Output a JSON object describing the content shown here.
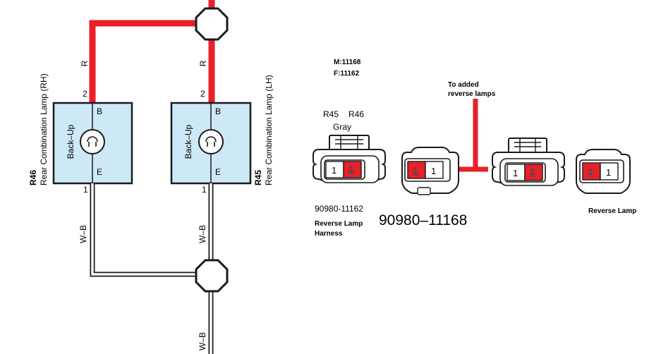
{
  "colors": {
    "wire_red": "#e8202a",
    "lamp_fill": "#cde8f6",
    "pin_red": "#e8202a",
    "outline": "#1a1a1a",
    "wire_white": "#ffffff"
  },
  "schematic": {
    "wire_top_left_label": "R",
    "wire_top_right_label": "R",
    "lamp_rh": {
      "pin_top": "2",
      "pin_bottom": "1",
      "terminal_top": "B",
      "terminal_bottom": "E",
      "function": "Back–Up",
      "code": "R46",
      "name": "Rear Combination Lamp (RH)"
    },
    "lamp_lh": {
      "pin_top": "2",
      "pin_bottom": "1",
      "terminal_top": "B",
      "terminal_bottom": "E",
      "function": "Back–Up",
      "code": "R45",
      "name": "Rear Combination Lamp (LH)"
    },
    "wire_bottom_left_label": "W–B",
    "wire_bottom_right_label": "W–B",
    "wire_ground_label": "W–B"
  },
  "connectors": {
    "model_m": "M:11168",
    "model_f": "F:11162",
    "harness_code_1": "R45",
    "harness_code_2": "R46",
    "harness_color": "Gray",
    "harness_part": "90980-11162",
    "harness_caption_line1": "Reverse Lamp",
    "harness_caption_line2": "Harness",
    "added_note_line1": "To added",
    "added_note_line2": "reverse lamps",
    "main_part": "90980–11168",
    "lamp_caption": "Reverse Lamp",
    "pin_a": "1",
    "pin_b": "2"
  }
}
